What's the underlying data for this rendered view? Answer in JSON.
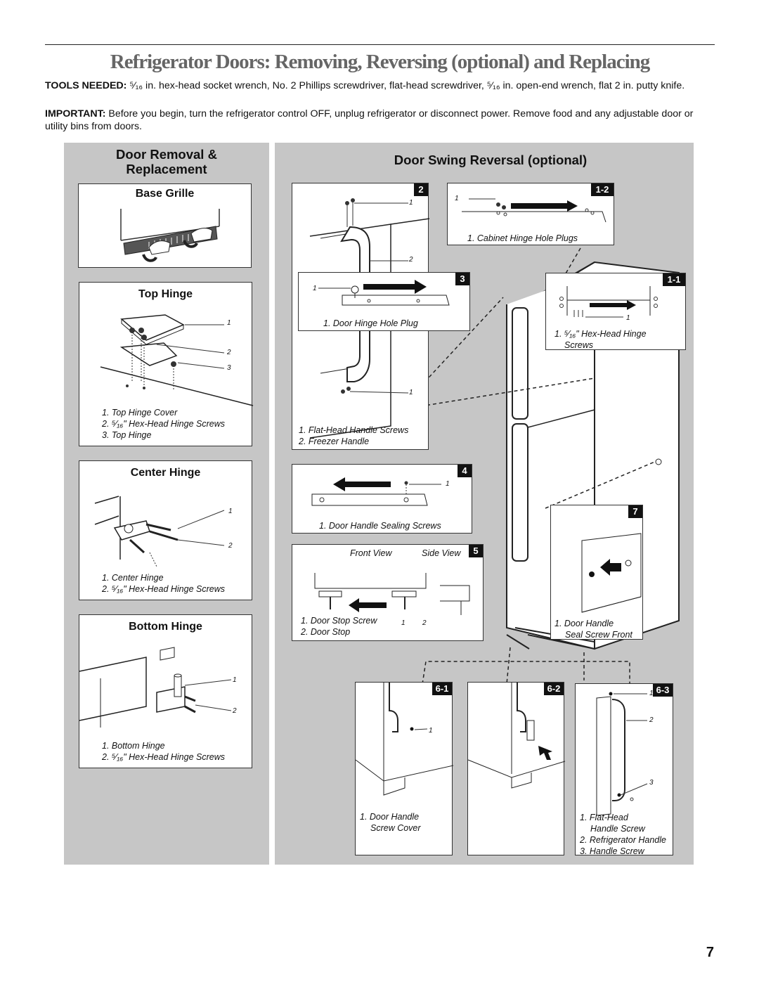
{
  "page": {
    "title": "Refrigerator Doors: Removing, Reversing (optional) and Replacing",
    "tools_label": "TOOLS NEEDED:",
    "tools_text": " ⁵⁄₁₆ in. hex-head socket wrench, No. 2 Phillips screwdriver, flat-head screwdriver, ⁵⁄₁₆ in. open-end wrench, flat 2 in. putty knife.",
    "important_label": "IMPORTANT:",
    "important_text": " Before you begin, turn the refrigerator control OFF, unplug refrigerator or disconnect power. Remove food and any adjustable door or utility bins from doors.",
    "page_number": "7"
  },
  "left_panel": {
    "title_line1": "Door Removal &",
    "title_line2": "Replacement",
    "base_grille": {
      "title": "Base Grille"
    },
    "top_hinge": {
      "title": "Top Hinge",
      "callouts": [
        "1",
        "2",
        "3"
      ],
      "captions": [
        "1. Top Hinge Cover",
        "2. ⁵⁄₁₆\" Hex-Head Hinge Screws",
        "3. Top Hinge"
      ]
    },
    "center_hinge": {
      "title": "Center Hinge",
      "callouts": [
        "1",
        "2"
      ],
      "captions": [
        "1. Center Hinge",
        "2. ⁵⁄₁₆\" Hex-Head Hinge Screws"
      ]
    },
    "bottom_hinge": {
      "title": "Bottom Hinge",
      "callouts": [
        "1",
        "2"
      ],
      "captions": [
        "1. Bottom Hinge",
        "2. ⁵⁄₁₆\" Hex-Head Hinge Screws"
      ]
    }
  },
  "right_panel": {
    "title": "Door Swing Reversal (optional)",
    "step2": {
      "tag": "2",
      "callouts": [
        "1",
        "2",
        "1"
      ],
      "captions": [
        "1. Flat-Head Handle Screws",
        "2. Freezer Handle"
      ]
    },
    "step1_2": {
      "tag": "1-2",
      "callout": "1",
      "captions": [
        "1. Cabinet Hinge Hole Plugs"
      ]
    },
    "step3": {
      "tag": "3",
      "callout": "1",
      "captions": [
        "1. Door Hinge Hole Plug"
      ]
    },
    "step1_1": {
      "tag": "1-1",
      "callout": "1",
      "captions": [
        "1. ⁵⁄₁₆\" Hex-Head Hinge",
        "Screws"
      ]
    },
    "step4": {
      "tag": "4",
      "callout": "1",
      "captions": [
        "1. Door Handle Sealing Screws"
      ]
    },
    "step5": {
      "tag": "5",
      "front_view": "Front View",
      "side_view": "Side View",
      "callouts": [
        "1",
        "2"
      ],
      "captions": [
        "1. Door Stop Screw",
        "2. Door Stop"
      ]
    },
    "step7": {
      "tag": "7",
      "captions": [
        "1. Door Handle",
        "Seal Screw Front"
      ]
    },
    "step6_1": {
      "tag": "6-1",
      "callout": "1",
      "captions": [
        "1. Door Handle",
        "Screw Cover"
      ]
    },
    "step6_2": {
      "tag": "6-2"
    },
    "step6_3": {
      "tag": "6-3",
      "callouts": [
        "1",
        "2",
        "3"
      ],
      "captions": [
        "1. Flat-Head",
        "Handle Screw",
        "2. Refrigerator Handle",
        "3. Handle Screw"
      ]
    }
  }
}
